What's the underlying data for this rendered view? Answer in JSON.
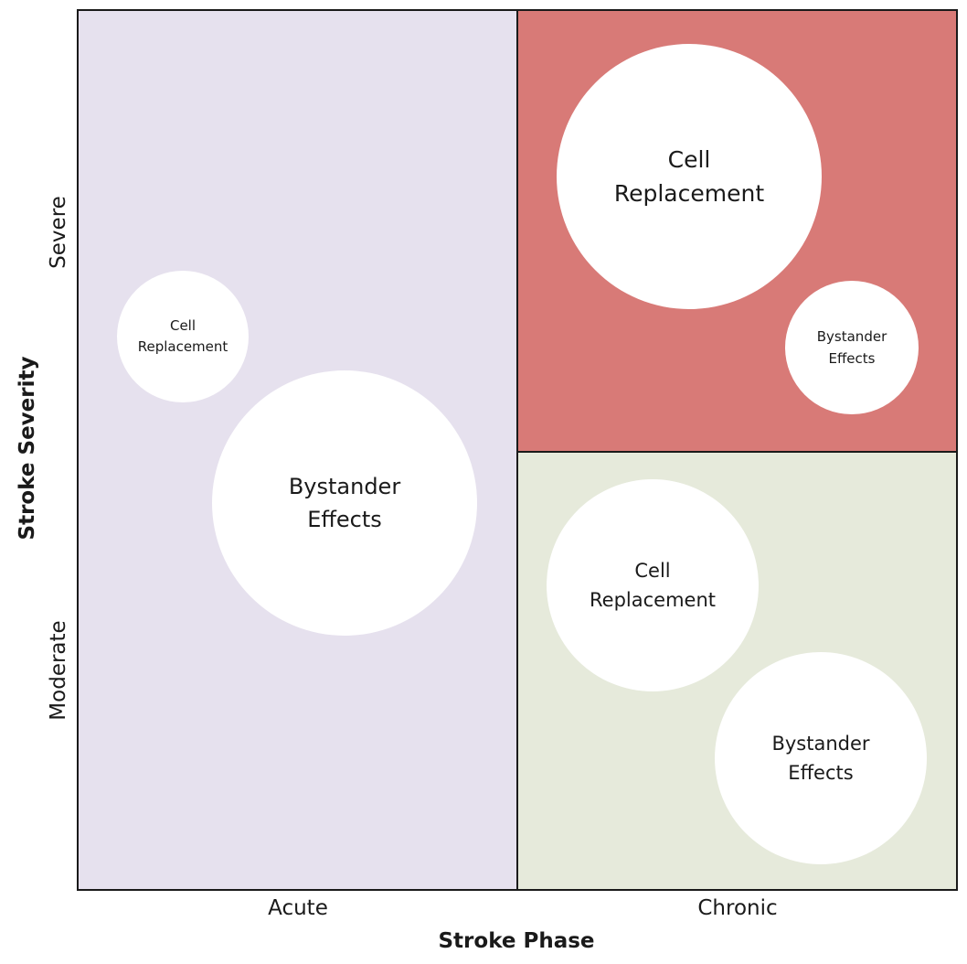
{
  "axes": {
    "x_title": "Stroke Phase",
    "x_ticks": [
      "Acute",
      "Chronic"
    ],
    "y_title": "Stroke Severity",
    "y_ticks": [
      "Severe",
      "Moderate"
    ]
  },
  "quadrants": {
    "acute": {
      "color": "#e6e1ee"
    },
    "chronic_severe": {
      "color": "#d87a77"
    },
    "chronic_moderate": {
      "color": "#e6eadb"
    }
  },
  "bubbles": [
    {
      "quadrant": "acute",
      "label": "Cell\nReplacement"
    },
    {
      "quadrant": "acute",
      "label": "Bystander\nEffects"
    },
    {
      "quadrant": "chronic_severe",
      "label": "Cell\nReplacement"
    },
    {
      "quadrant": "chronic_severe",
      "label": "Bystander\nEffects"
    },
    {
      "quadrant": "chronic_moderate",
      "label": "Cell\nReplacement"
    },
    {
      "quadrant": "chronic_moderate",
      "label": "Bystander\nEffects"
    }
  ]
}
